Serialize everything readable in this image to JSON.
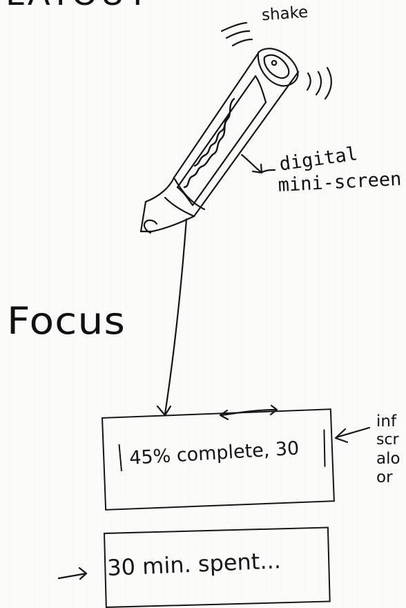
{
  "labels": {
    "top_heading": "LAYOUT",
    "shake": "shake",
    "digital_line_1": "digital",
    "digital_line_2": "mini-screen",
    "focus": "Focus"
  },
  "screens": {
    "screen_1_text": "45% complete, 30",
    "screen_2_text": "30 min. spent..."
  },
  "side_note": {
    "line_1": "inf",
    "line_2": "scr",
    "line_3": "alo",
    "line_4": "or"
  }
}
